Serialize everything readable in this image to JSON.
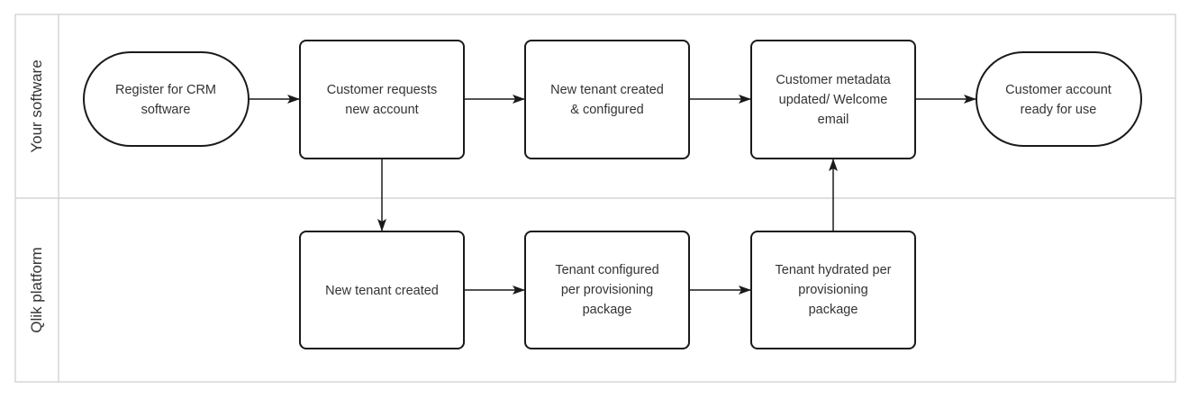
{
  "lanes": {
    "your_software": "Your software",
    "qlik_platform": "Qlik platform"
  },
  "nodes": {
    "register": [
      "Register for CRM",
      "software"
    ],
    "customer_requests": [
      "Customer requests",
      "new account"
    ],
    "new_tenant_configured": [
      "New tenant created",
      "& configured"
    ],
    "metadata_updated": [
      "Customer metadata",
      "updated/ Welcome",
      "email"
    ],
    "account_ready": [
      "Customer account",
      "ready for use"
    ],
    "new_tenant_created": [
      "New tenant created"
    ],
    "tenant_configured": [
      "Tenant configured",
      "per provisioning",
      "package"
    ],
    "tenant_hydrated": [
      "Tenant hydrated per",
      "provisioning",
      "package"
    ]
  },
  "colors": {
    "stroke": "#1a1a1a",
    "text": "#333333",
    "lane_border": "#cccccc",
    "background": "#ffffff"
  }
}
